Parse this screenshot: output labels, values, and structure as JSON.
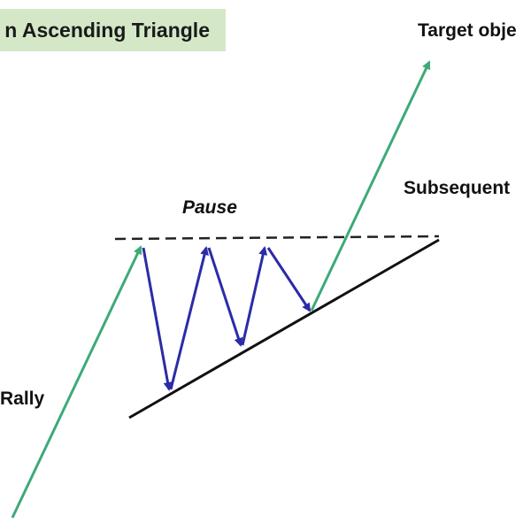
{
  "title": "n Ascending Triangle",
  "labels": {
    "target": "Target obje",
    "subsequent": "Subsequent",
    "pause": "Pause",
    "rally": "Rally"
  },
  "colors": {
    "title_background": "#d4e8c8",
    "trend_arrow": "#3daa78",
    "zigzag": "#2b2ba8",
    "support_line": "#111111",
    "resistance_line": "#222222"
  }
}
